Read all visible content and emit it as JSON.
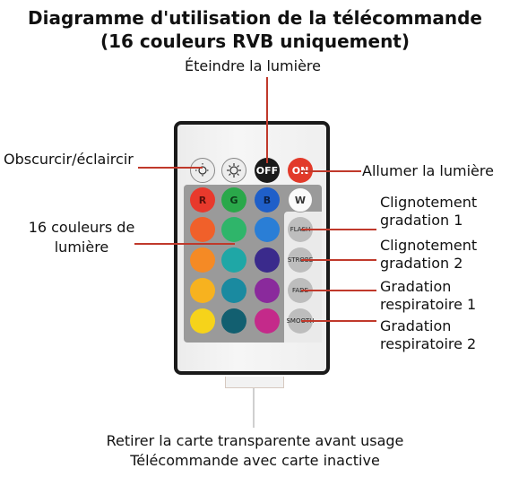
{
  "title": {
    "line1": "Diagramme d'utilisation de la télécommande",
    "line2": "(16 couleurs RVB uniquement)"
  },
  "labels": {
    "off": "Éteindre la lumière",
    "dim": "Obscurcir/éclaircir",
    "on": "Allumer la lumière",
    "colors_line1": "16 couleurs de",
    "colors_line2": "lumière",
    "flash_line1": "Clignotement",
    "flash_line2": "gradation 1",
    "strobe_line1": "Clignotement",
    "strobe_line2": "gradation 2",
    "fade_line1": "Gradation",
    "fade_line2": "respiratoire 1",
    "smooth_line1": "Gradation",
    "smooth_line2": "respiratoire 2",
    "bottom_line1": "Retirer la carte transparente avant usage",
    "bottom_line2": "Télécommande avec carte inactive"
  },
  "buttons": {
    "off": "OFF",
    "on": "ON",
    "r": "R",
    "g": "G",
    "b": "B",
    "w": "W",
    "flash": "FLASH",
    "strobe": "STROBE",
    "fade": "FADE",
    "smooth": "SMOOTH"
  },
  "colors": {
    "accent_line": "#c0392b",
    "grid": [
      [
        "#e8392c",
        "#2aa84a",
        "#1f5fc9"
      ],
      [
        "#f0602a",
        "#2fb56a",
        "#2a7ed6"
      ],
      [
        "#f58a25",
        "#1fa7a6",
        "#3a2a8c"
      ],
      [
        "#f7b21f",
        "#1a8aa0",
        "#8a2a9c"
      ],
      [
        "#f6d31a",
        "#125f70",
        "#c42a8a"
      ]
    ]
  }
}
